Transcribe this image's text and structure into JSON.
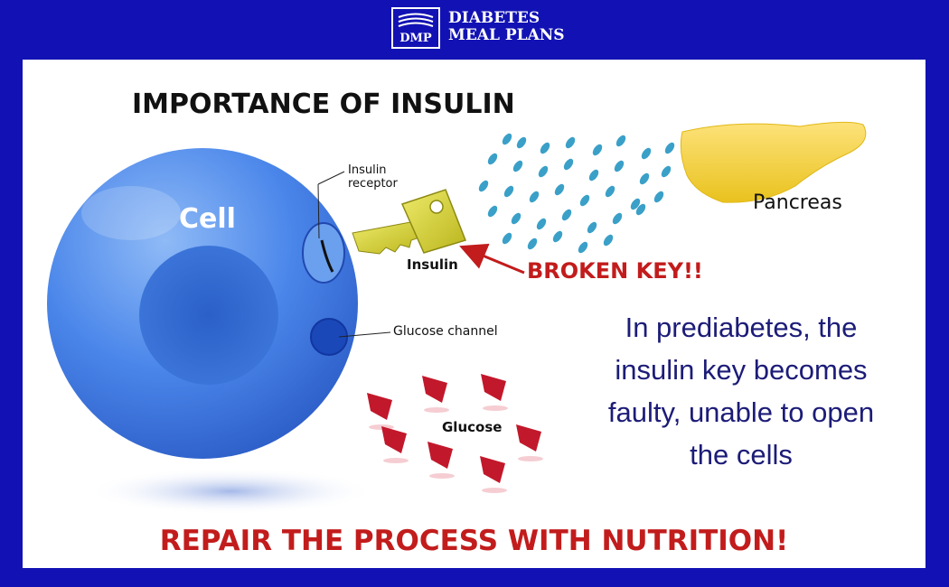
{
  "brand": {
    "logo_mark": "DMP",
    "line1": "DIABETES",
    "line2": "MEAL PLANS"
  },
  "diagram": {
    "title": "IMPORTANCE OF INSULIN",
    "cell_label": "Cell",
    "insulin_receptor_label": "Insulin receptor",
    "insulin_label": "Insulin",
    "broken_key_label": "BROKEN KEY!!",
    "glucose_channel_label": "Glucose channel",
    "glucose_label": "Glucose",
    "pancreas_label": "Pancreas"
  },
  "message": "In prediabetes, the insulin key becomes faulty, unable to open the cells",
  "footer": "REPAIR THE PROCESS WITH NUTRITION!",
  "colors": {
    "frame": "#1212b4",
    "cell": "#3f7fe6",
    "key": "#d8d434",
    "droplets": "#3aa0c8",
    "pancreas": "#f2d23a",
    "glucose": "#c2182b",
    "accent_red": "#c21c1c",
    "message_text": "#1c1c78"
  },
  "icons": [
    "dmp-logo-icon",
    "insulin-key-icon",
    "red-arrow-icon"
  ]
}
